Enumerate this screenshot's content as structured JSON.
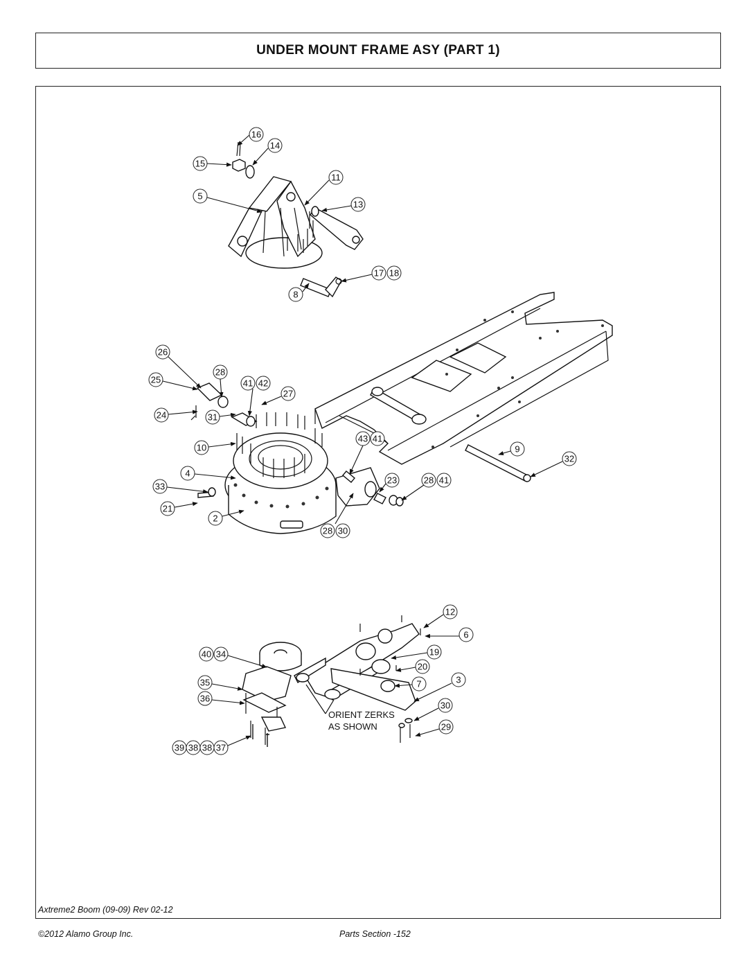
{
  "title": "UNDER MOUNT FRAME ASY (PART 1)",
  "callouts": {
    "c16": "16",
    "c14": "14",
    "c15": "15",
    "c11": "11",
    "c5": "5",
    "c13": "13",
    "c17": "17",
    "c18": "18",
    "c8": "8",
    "c26": "26",
    "c28a": "28",
    "c25": "25",
    "c41a": "41",
    "c42": "42",
    "c27": "27",
    "c24": "24",
    "c31": "31",
    "c10": "10",
    "c43": "43",
    "c41b": "41",
    "c9": "9",
    "c4": "4",
    "c32": "32",
    "c33": "33",
    "c23": "23",
    "c28b": "28",
    "c41c": "41",
    "c21": "21",
    "c2": "2",
    "c28c": "28",
    "c30a": "30",
    "c12": "12",
    "c6": "6",
    "c40": "40",
    "c34": "34",
    "c19": "19",
    "c20": "20",
    "c35": "35",
    "c7": "7",
    "c3": "3",
    "c36": "36",
    "c30b": "30",
    "c29": "29",
    "c39": "39",
    "c38a": "38",
    "c38b": "38",
    "c37": "37"
  },
  "note_line1": "ORIENT ZERKS",
  "note_line2": "AS SHOWN",
  "doc_ref": "Axtreme2 Boom (09-09) Rev 02-12",
  "footer_left": "©2012 Alamo Group Inc.",
  "footer_right": "Parts Section -152"
}
